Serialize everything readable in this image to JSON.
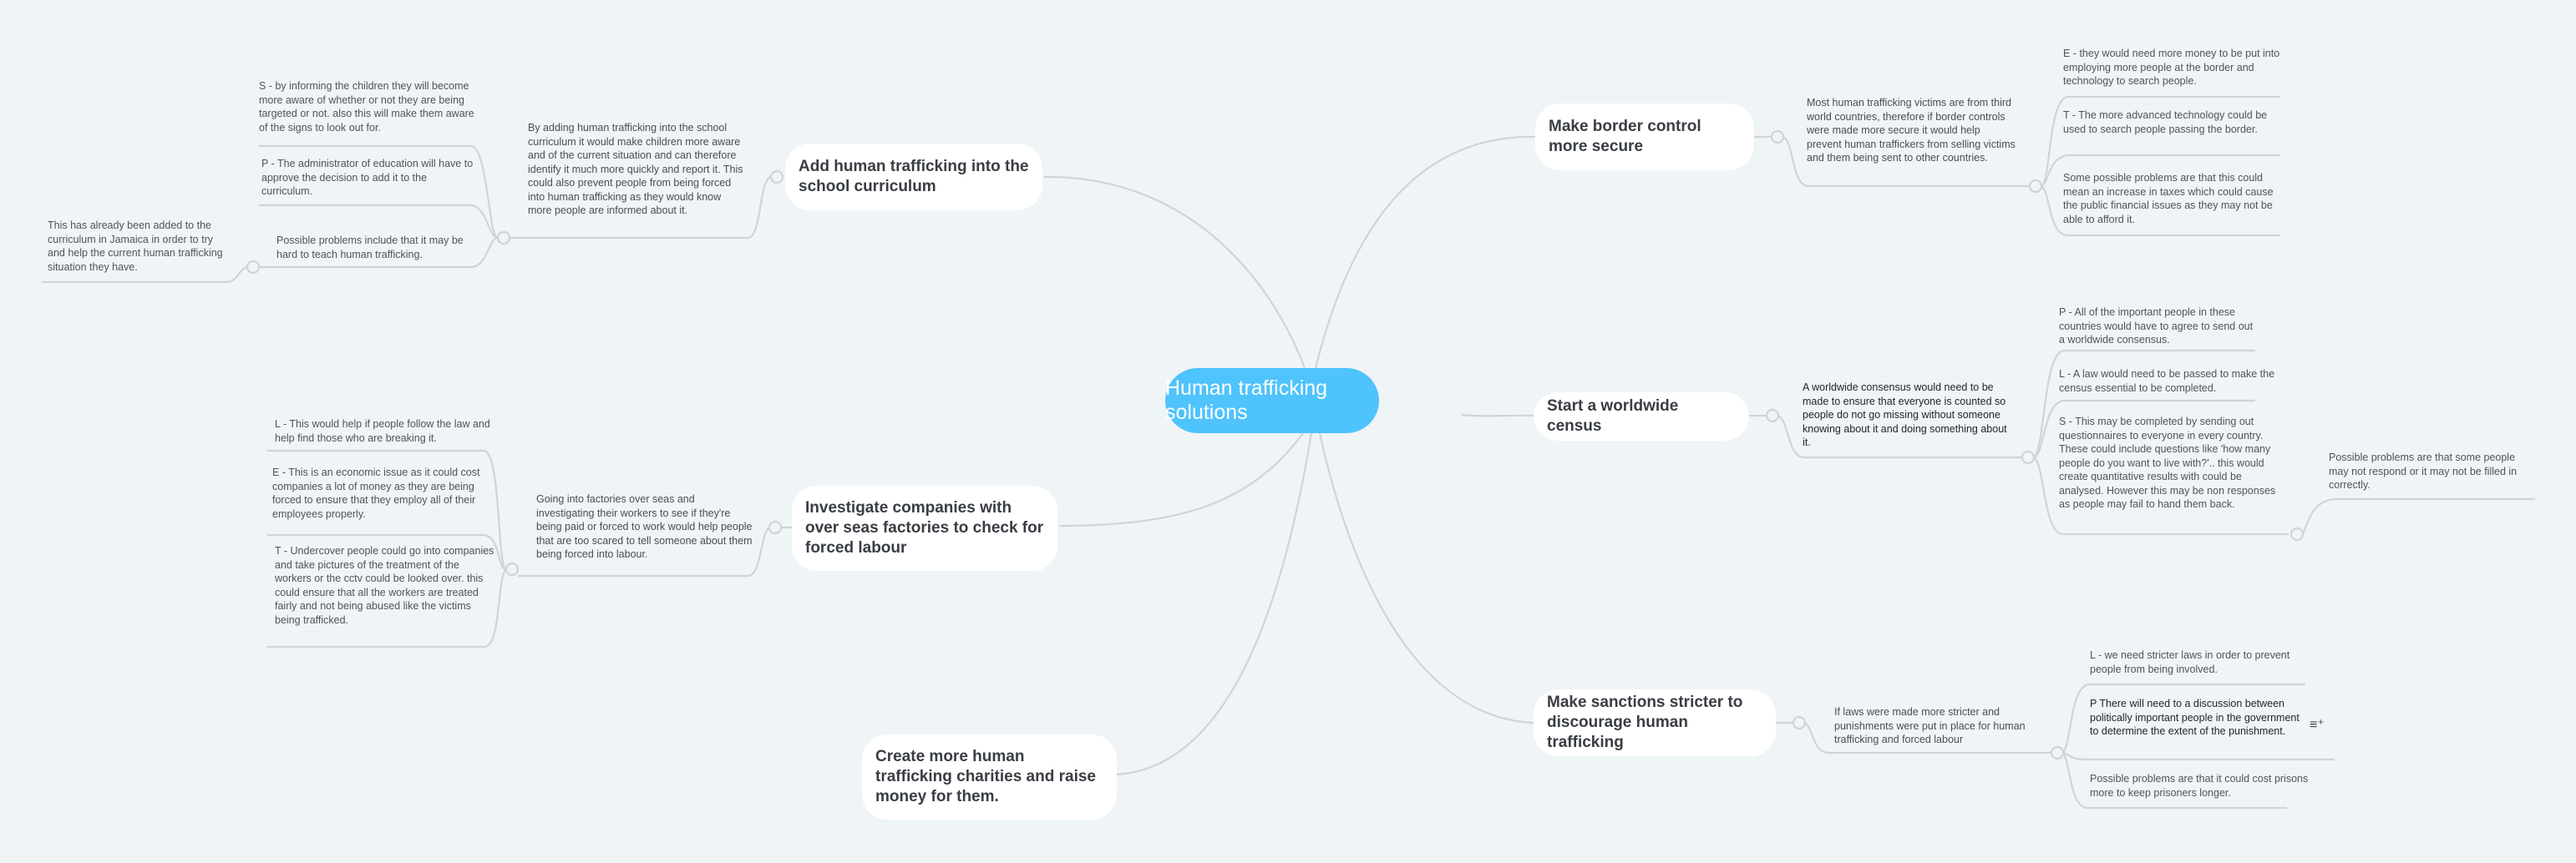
{
  "root": {
    "label": "Human trafficking solutions",
    "color": "#4fc3fc"
  },
  "branches": [
    {
      "label": "Add human trafficking into the school curriculum",
      "detail": "By adding human trafficking into the school curriculum it would make children more aware and of the current situation and can therefore identify it much more quickly and report it. This could also prevent people from being forced into human trafficking as they would know more people are informed about it.",
      "children": [
        "S - by informing the children they will become more aware of whether or not they are being targeted or not. also this will make them aware of the signs to look out for.",
        "P - The administrator of education will have to approve the decision to add it to the curriculum.",
        "Possible problems include that it may be hard to teach human trafficking."
      ],
      "grandchild": "This has already been added to the curriculum in Jamaica in order to try and help the current human trafficking situation they have."
    },
    {
      "label": "Investigate companies with over seas factories to check for forced labour",
      "detail": "Going into factories over seas and investigating their workers to see if they're being paid or forced to work would help people that are too scared to tell someone about them being forced into labour.",
      "children": [
        "L - This would help if people follow the law and help find those who are breaking it.",
        "E - This is an economic issue as it could cost companies a lot of money as they are being forced to ensure that they employ all of their employees properly.",
        "T - Undercover people could go into companies and take pictures of the treatment of the workers or the cctv could be looked over. this could ensure that all the workers are treated fairly and not being abused like the victims being trafficked."
      ]
    },
    {
      "label": "Create more human trafficking charities and raise money for them."
    },
    {
      "label": "Make border control more secure",
      "detail": "Most human trafficking victims are from third world countries, therefore if border controls were made more secure it would help prevent human traffickers from selling victims and them being sent to other countries.",
      "children": [
        "E - they would need more money to be put into employing more people at the border and technology to search people.",
        "T - The more advanced technology could be used to search people passing the border.",
        "Some possible problems are that this could mean an increase in taxes which could cause the public financial issues as they may not be able to afford it."
      ]
    },
    {
      "label": "Start a worldwide census",
      "detail": "A worldwide consensus would need to be made to ensure that everyone is counted so people do not go missing without someone knowing about it and doing something about it.",
      "children": [
        "P - All of the important people in these countries would have to agree to send out a worldwide consensus.",
        "L - A law would need to be passed to make the census essential to be completed.",
        "S - This may be completed by sending out questionnaires to everyone in every country. These could include questions like 'how many people do you want to live with?'.. this would create quantitative results with could be analysed. However this may be non responses as people may fail to hand them back."
      ],
      "grandchild": "Possible problems are that some people may not respond or it may not be filled in correctly."
    },
    {
      "label": "Make sanctions stricter to discourage human trafficking",
      "detail": "If laws were made more stricter and punishments were put in place for human trafficking and forced labour",
      "children": [
        "L - we need stricter laws in order to prevent people from being involved.",
        "P There will need to a discussion between politically important people in the government to determine the extent of the punishment.",
        "Possible problems are that it could cost prisons more to keep prisoners longer."
      ]
    }
  ],
  "icons": {
    "note": "≡⁺"
  }
}
